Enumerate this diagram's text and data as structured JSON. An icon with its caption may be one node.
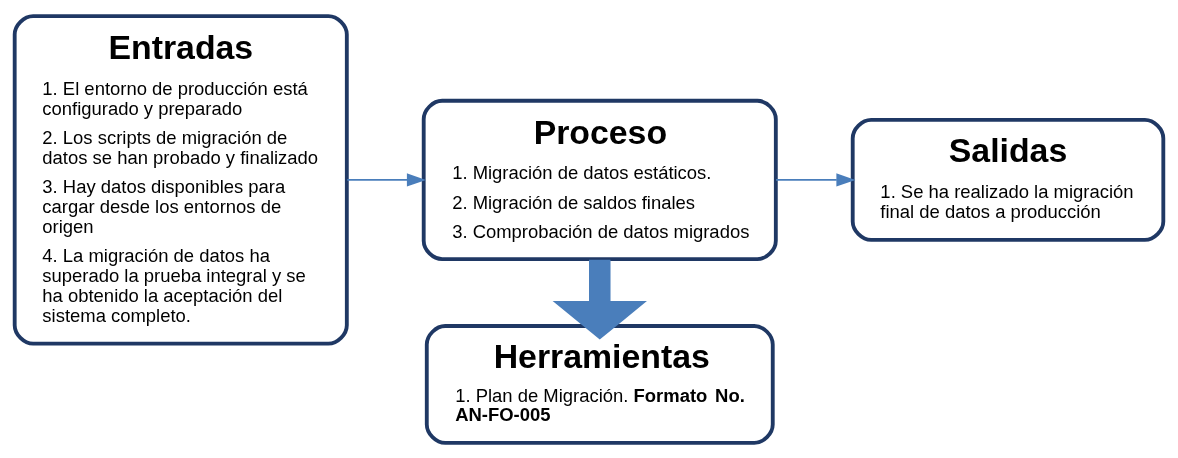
{
  "diagram": {
    "nodes": [
      {
        "text": [
          "Entradas",
          "1. El entorno de producción está configurado y preparado",
          "2. Los scripts de migración de datos se han probado y finalizado",
          "3. Hay datos disponibles para cargar desde los entornos de origen",
          "4. La migración de datos ha superado la prueba integral y se ha obtenido la aceptación del sistema completo."
        ]
      },
      {
        "text": [
          "Proceso",
          "1. Migración de datos estáticos.",
          "2. Migración de saldos finales",
          "3. Comprobación de datos migrados"
        ]
      },
      {
        "text": [
          "Salidas",
          "1. Se ha realizado la migración final de datos a producción"
        ]
      },
      {
        "text": [
          "Herramientas",
          "1. Plan de Migración. **Formato No. AN-FO-005**"
        ]
      }
    ],
    "edges": [
      {
        "from": 0,
        "to": 1,
        "arrow": "to"
      },
      {
        "from": 1,
        "to": 2,
        "arrow": "to"
      },
      {
        "from": 1,
        "to": 3,
        "arrow": "to",
        "style": "thick"
      }
    ]
  }
}
